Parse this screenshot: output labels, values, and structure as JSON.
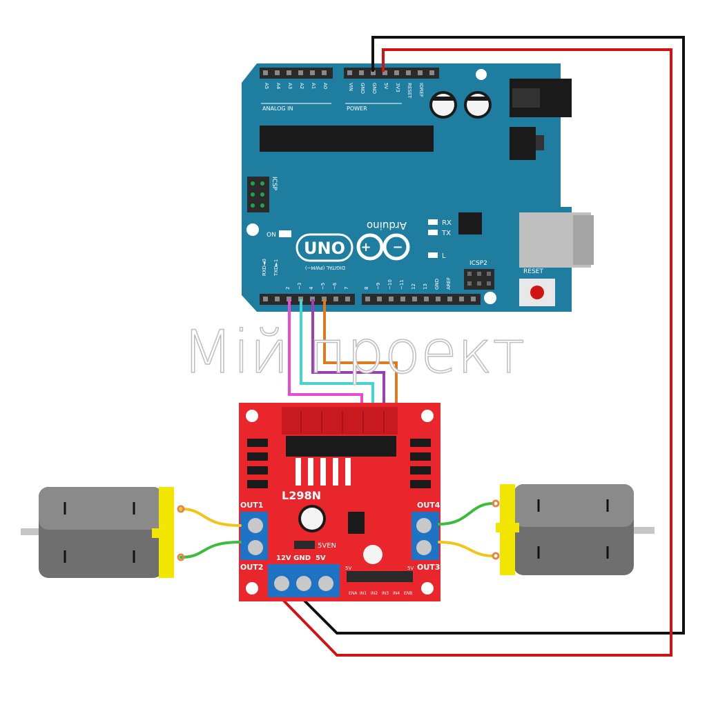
{
  "watermark": "Мій проект",
  "arduino": {
    "brand": "Arduino",
    "model": "UNO",
    "header_analog": "ANALOG IN",
    "analog_pins": [
      "A5",
      "A4",
      "A3",
      "A2",
      "A1",
      "A0"
    ],
    "header_power": "POWER",
    "power_pins": [
      "VIN",
      "GND",
      "GND",
      "5V",
      "3V3",
      "RESET",
      "IOREF"
    ],
    "icsp": "ICSP",
    "icsp2": "ICSP2",
    "on_label": "ON",
    "rx_label": "RX",
    "tx_label": "TX",
    "l_label": "L",
    "reset_label": "RESET",
    "aref_label": "AREF",
    "gnd_label": "GND",
    "digital_header": "DIGITAL (PWM~)",
    "digital_pins": [
      "RXD◄0",
      "TXD►1",
      "2",
      "~3",
      "4",
      "~5",
      "~6",
      "7",
      "8",
      "~9",
      "~10",
      "~11",
      "12",
      "13"
    ]
  },
  "driver": {
    "chip": "L298N",
    "out1": "OUT1",
    "out2": "OUT2",
    "out3": "OUT3",
    "out4": "OUT4",
    "power_terminals": "12V GND  5V",
    "jumper_5ven": "5VEN",
    "control_pins": [
      "ENA",
      "IN1",
      "IN2",
      "IN3",
      "IN4",
      "ENB"
    ],
    "jumper_5v_left": "5V",
    "jumper_5v_right": "5V"
  },
  "wires": {
    "in1_color": "#e84ad6",
    "in2_color": "#45d4cf",
    "in3_color": "#9b3fb3",
    "in4_color": "#e07a1e",
    "power_positive": "#d01414",
    "power_negative": "#111111",
    "motor_wire_a": "#f0c419",
    "motor_wire_b": "#3dbb3d"
  },
  "colors": {
    "arduino_board": "#1f7ea0",
    "driver_board": "#e8262c",
    "motor_cap": "#f2e600",
    "motor_body": "#6f6f6f"
  }
}
